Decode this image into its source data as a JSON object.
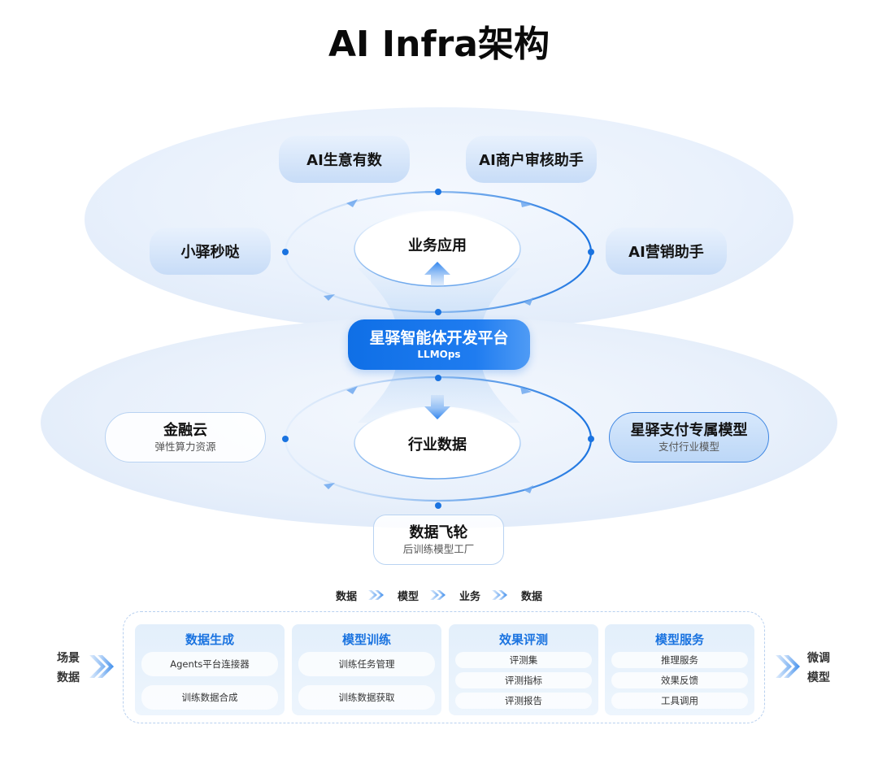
{
  "title": "AI Infra架构",
  "colors": {
    "accent": "#1a73e0",
    "platform_blue": "#0f6fe6",
    "pill_light": "#c7dcf7",
    "dot": "#1a73e0"
  },
  "top_layer": {
    "center": "业务应用",
    "apps": [
      "AI生意有数",
      "AI商户审核助手",
      "小驿秒哒",
      "AI营销助手"
    ],
    "arrow_icon": "arrow-up-icon"
  },
  "platform": {
    "title": "星驿智能体开发平台",
    "subtitle": "LLMOps"
  },
  "bottom_layer": {
    "center": "行业数据",
    "arrow_icon": "arrow-down-icon",
    "left": {
      "title": "金融云",
      "subtitle": "弹性算力资源"
    },
    "right": {
      "title": "星驿支付专属模型",
      "subtitle": "支付行业模型"
    },
    "bottom": {
      "title": "数据飞轮",
      "subtitle": "后训练模型工厂"
    }
  },
  "flow": {
    "steps": [
      "数据",
      "模型",
      "业务",
      "数据"
    ],
    "separator_icon": "double-chevron-right-icon"
  },
  "pipeline": {
    "input_label": [
      "场景",
      "数据"
    ],
    "output_label": [
      "微调",
      "模型"
    ],
    "columns": [
      {
        "title": "数据生成",
        "items": [
          "Agents平台连接器",
          "训练数据合成"
        ]
      },
      {
        "title": "模型训练",
        "items": [
          "训练任务管理",
          "训练数据获取"
        ]
      },
      {
        "title": "效果评测",
        "items": [
          "评测集",
          "评测指标",
          "评测报告"
        ]
      },
      {
        "title": "模型服务",
        "items": [
          "推理服务",
          "效果反馈",
          "工具调用"
        ]
      }
    ]
  }
}
